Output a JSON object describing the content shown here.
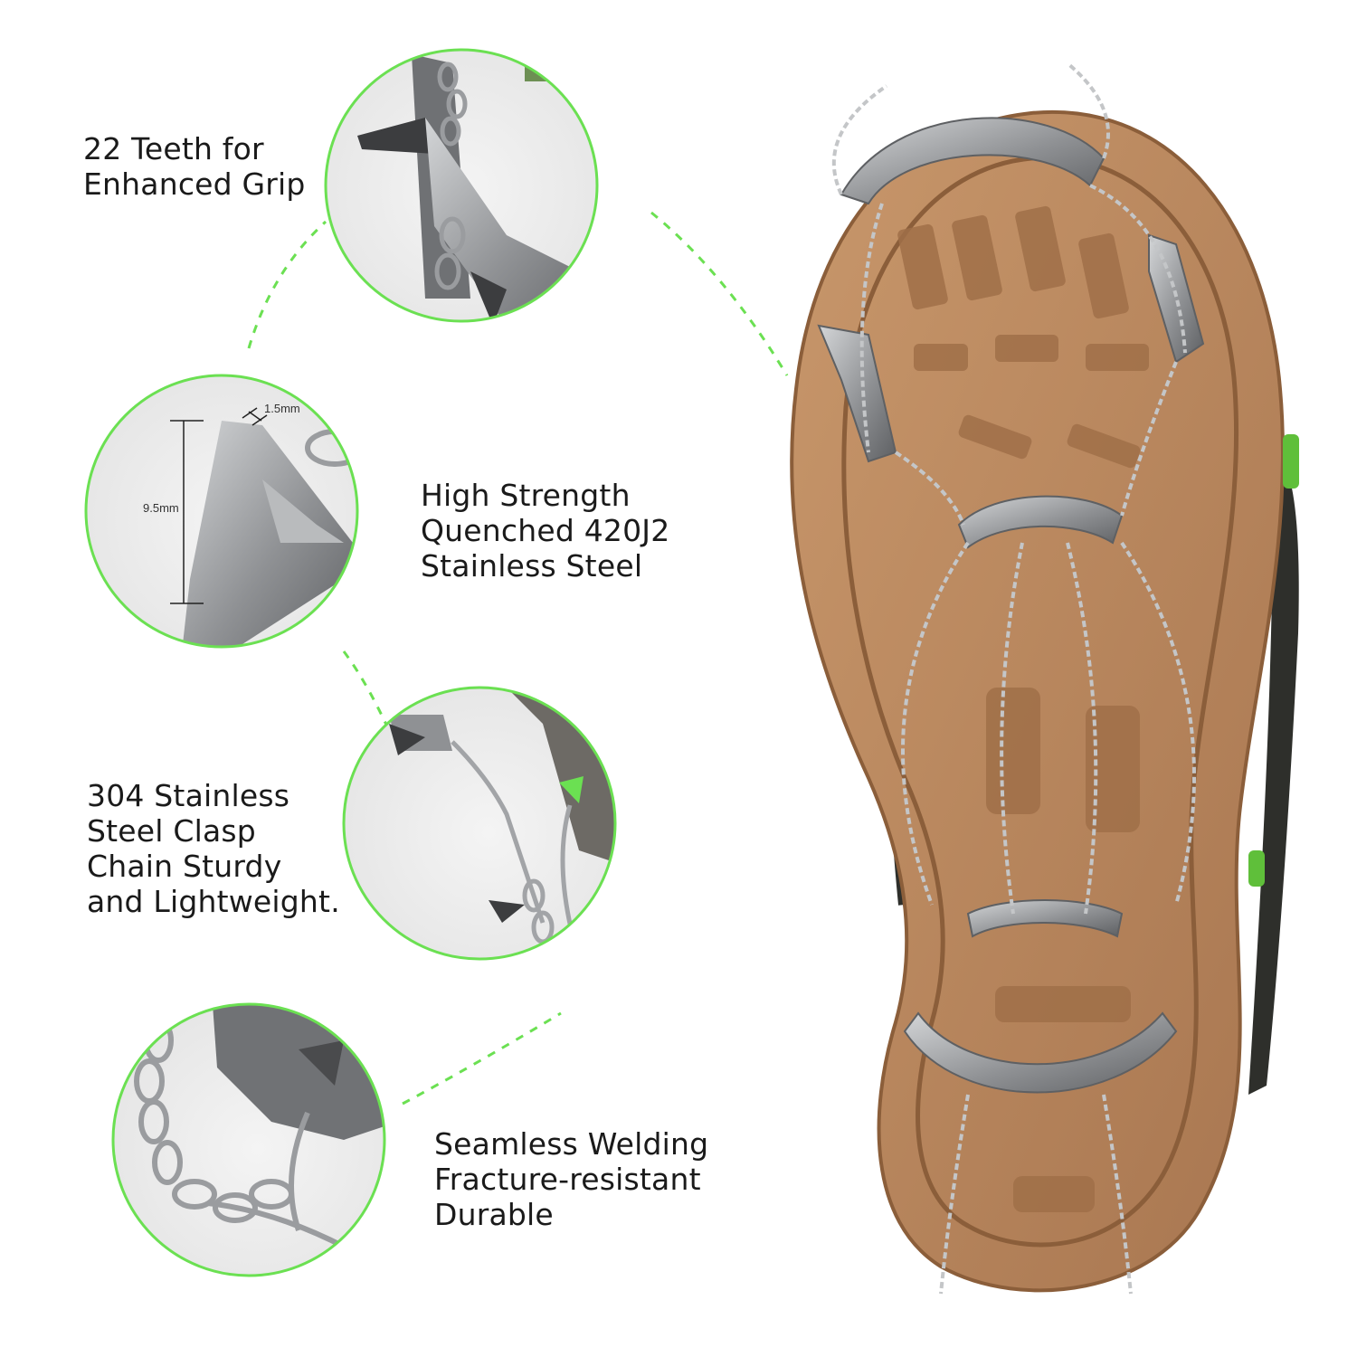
{
  "colors": {
    "accent": "#6be052",
    "sole": "#b8865b",
    "sole_dark": "#8b5e3a",
    "steel": "#8d8f92",
    "steel_light": "#c9cbcd"
  },
  "features": [
    {
      "lines": [
        "22 Teeth for",
        "Enhanced Grip"
      ]
    },
    {
      "lines": [
        "High Strength",
        "Quenched 420J2",
        "Stainless Steel"
      ]
    },
    {
      "lines": [
        "304 Stainless",
        "Steel Clasp",
        "Chain Sturdy",
        "and Lightweight."
      ]
    },
    {
      "lines": [
        "Seamless Welding",
        "Fracture-resistant",
        "Durable"
      ]
    }
  ],
  "dimensions": {
    "tooth_width": "1.5mm",
    "tooth_height": "9.5mm"
  },
  "icons": {
    "sole": "shoe-sole-with-crampon-icon",
    "detail1": "crampon-teeth-closeup",
    "detail2": "tooth-dimension-closeup",
    "detail3": "clasp-chain-closeup",
    "detail4": "welded-chain-closeup"
  }
}
